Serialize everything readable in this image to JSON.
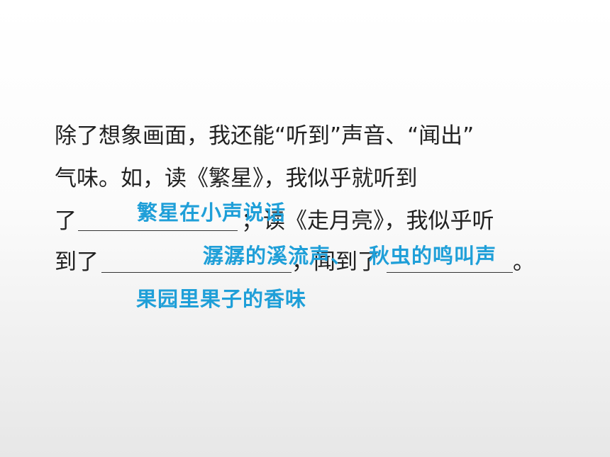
{
  "passage": {
    "line1": "除了想象画面，我还能“听到”声音、“闻出”",
    "line2": "气味。如，读《繁星》，我似乎就听到",
    "line3_start": "了",
    "line3_end": "；读《走月亮》，我似乎听",
    "line4_start": "到了",
    "line4_mid": "，闻到了",
    "line4_end": "。"
  },
  "answers": {
    "blank1": "繁星在小声说话",
    "blank2_part1": "潺潺的溪流声、",
    "blank2_part2": "秋虫的鸣叫声",
    "blank3": "果园里果子的香味"
  },
  "colors": {
    "answer_text": "#1f9fd8",
    "body_text": "#222222"
  }
}
